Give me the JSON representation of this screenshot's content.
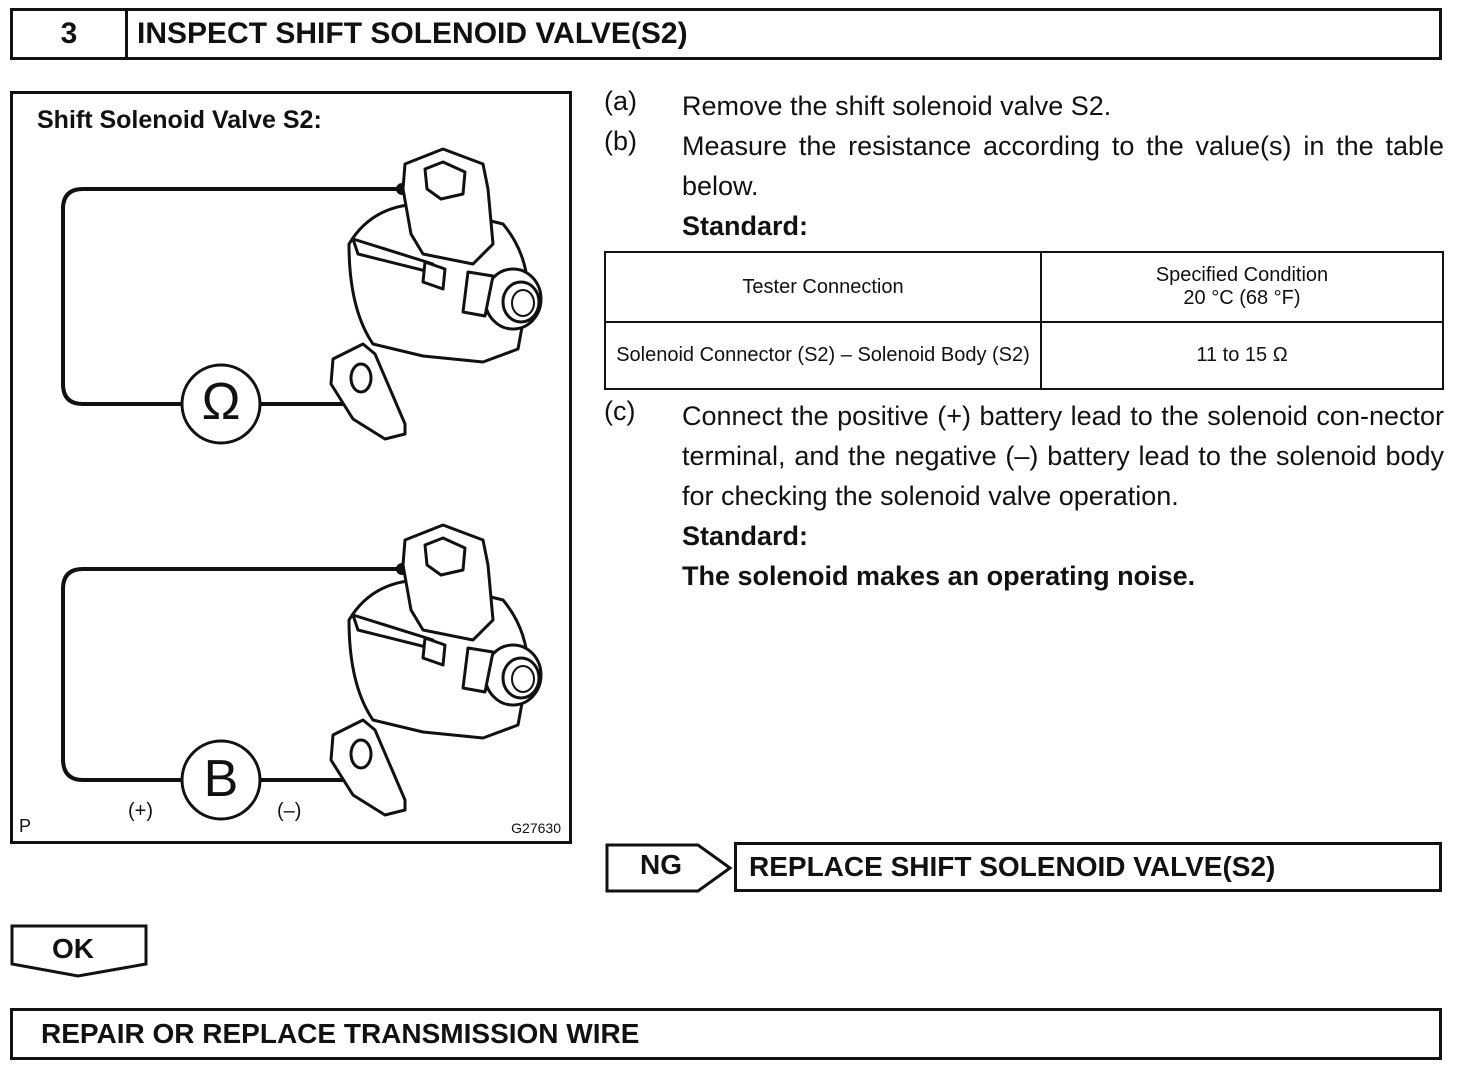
{
  "header": {
    "step_number": "3",
    "title": "INSPECT SHIFT SOLENOID VALVE(S2)"
  },
  "figure": {
    "title": "Shift Solenoid Valve S2:",
    "ohm_symbol": "Ω",
    "battery_symbol": "B",
    "plus_label": "(+)",
    "minus_label": "(–)",
    "corner_letter": "P",
    "figure_code": "G27630"
  },
  "steps": {
    "a_label": "(a)",
    "a_text": "Remove the shift solenoid valve S2.",
    "b_label": "(b)",
    "b_text": "Measure the resistance according to the value(s) in the table below.",
    "b_standard": "Standard:",
    "c_label": "(c)",
    "c_text": "Connect the positive (+) battery lead to the solenoid con-nector terminal, and the negative (–) battery lead to the solenoid body for checking the solenoid valve operation.",
    "c_standard": "Standard:",
    "c_result": "The solenoid makes an operating noise."
  },
  "table": {
    "header_col1": "Tester Connection",
    "header_col2_line1": "Specified Condition",
    "header_col2_line2": "20 °C (68 °F)",
    "row1_col1": "Solenoid Connector (S2) – Solenoid Body (S2)",
    "row1_col2": "11 to 15 Ω"
  },
  "ng": {
    "label": "NG",
    "action": "REPLACE SHIFT SOLENOID VALVE(S2)"
  },
  "ok": {
    "label": "OK"
  },
  "next": {
    "action": "REPAIR OR REPLACE TRANSMISSION WIRE"
  }
}
